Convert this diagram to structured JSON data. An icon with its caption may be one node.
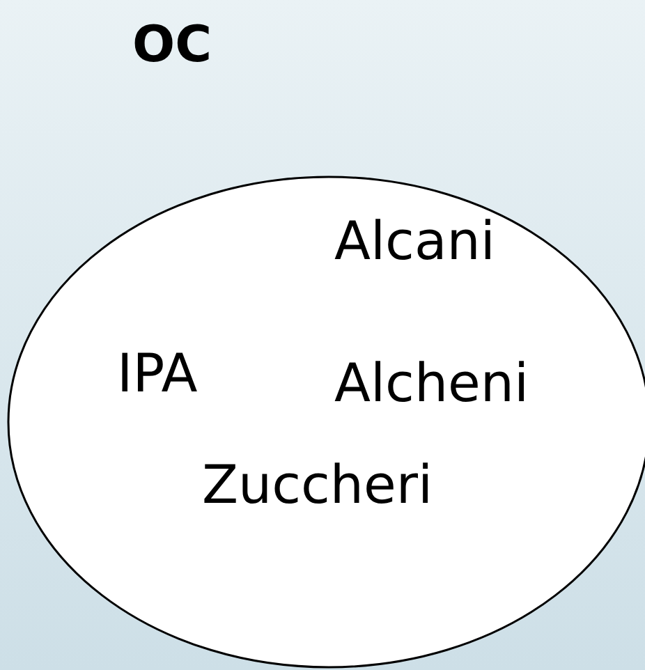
{
  "diagram": {
    "nodes": [
      {
        "text": [
          "OC",
          "Alcani",
          "IPA",
          "Alcheni",
          "Zuccheri"
        ]
      }
    ]
  }
}
